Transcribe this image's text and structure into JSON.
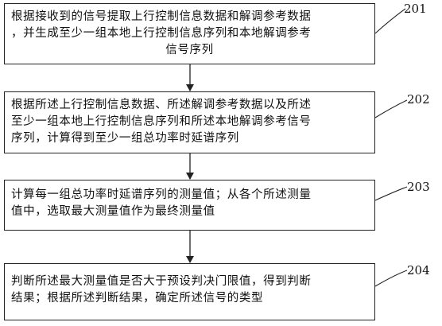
{
  "steps": [
    {
      "number": "201",
      "lines": [
        "根据接收到的信号提取上行控制信息数据和解调参考数据",
        "，并生成至少一组本地上行控制信息序列和本地解调参考",
        "信号序列"
      ]
    },
    {
      "number": "202",
      "lines": [
        "根据所述上行控制信息数据、所述解调参考数据以及所述",
        "至少一组本地上行控制信息序列和所述本地解调参考信号",
        "序列，计算得到至少一组总功率时延谱序列"
      ]
    },
    {
      "number": "203",
      "lines": [
        "计算每一组总功率时延谱序列的测量值；从各个所述测量",
        "值中，选取最大测量值作为最终测量值"
      ]
    },
    {
      "number": "204",
      "lines": [
        "判断所述最大测量值是否大于预设判决门限值，得到判断",
        "结果；根据所述判断结果，确定所述信号的类型"
      ]
    }
  ]
}
